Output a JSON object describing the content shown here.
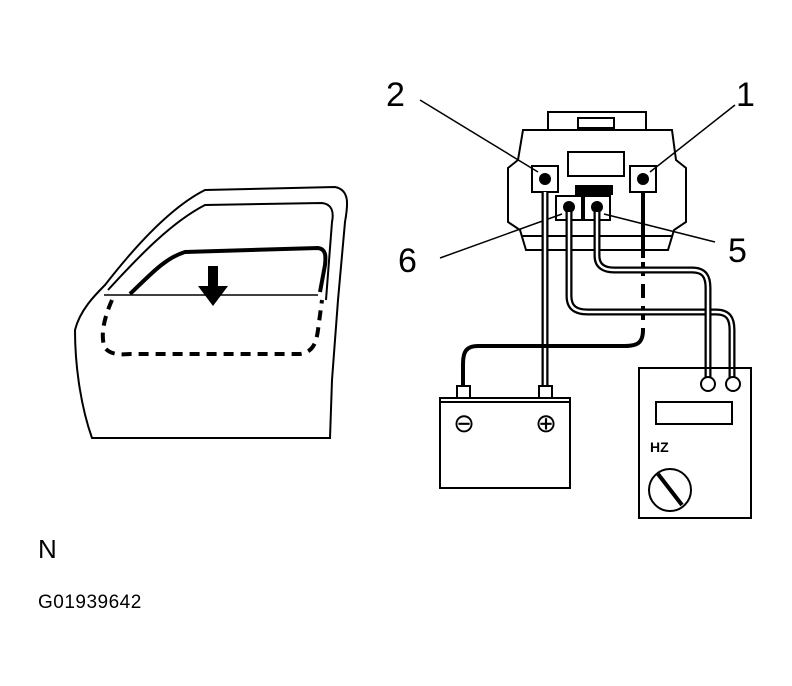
{
  "pin_labels": [
    "1",
    "2",
    "5",
    "6"
  ],
  "battery": {
    "neg_symbol": "⊖",
    "pos_symbol": "⊕"
  },
  "meter": {
    "label": "HZ"
  },
  "caption": {
    "view_letter": "N",
    "figure_id": "G01939642"
  }
}
